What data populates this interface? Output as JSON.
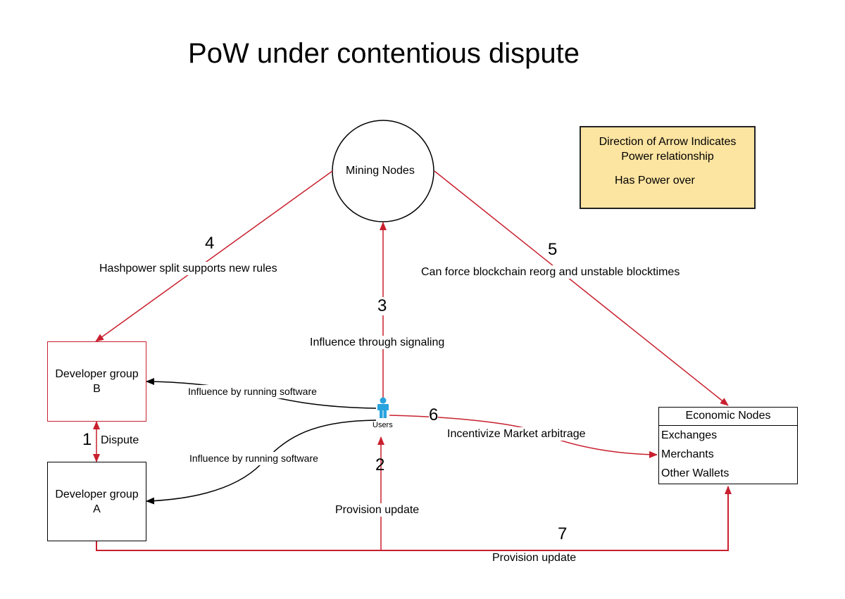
{
  "title": "PoW under contentious dispute",
  "colors": {
    "power_arrow": "#c8202f",
    "influence_arrow": "#000000",
    "legend_fill": "#fce4a1",
    "user_icon": "#29a3dd"
  },
  "legend": {
    "heading": "Direction of Arrow Indicates Power relationship",
    "key": "Has Power over"
  },
  "nodes": {
    "mining": "Mining Nodes",
    "dev_b": "Developer group B",
    "dev_a": "Developer group A",
    "users": "Users",
    "economic": {
      "header": "Economic Nodes",
      "items": [
        "Exchanges",
        "Merchants",
        "Other Wallets"
      ]
    }
  },
  "edges": [
    {
      "num": "1",
      "label": "Dispute",
      "from": "Developer group B",
      "to": "Developer group A",
      "type": "power",
      "bidirectional": true
    },
    {
      "num": "2",
      "label": "Provision update",
      "from": "Developer group A",
      "to": "Users",
      "type": "power"
    },
    {
      "num": "3",
      "label": "Influence through signaling",
      "from": "Users",
      "to": "Mining Nodes",
      "type": "power"
    },
    {
      "num": "4",
      "label": "Hashpower split supports new rules",
      "from": "Mining Nodes",
      "to": "Developer group B",
      "type": "power"
    },
    {
      "num": "5",
      "label": "Can force blockchain reorg and unstable blocktimes",
      "from": "Mining Nodes",
      "to": "Economic Nodes",
      "type": "power"
    },
    {
      "num": "6",
      "label": "Incentivize Market arbitrage",
      "from": "Users",
      "to": "Economic Nodes",
      "type": "power"
    },
    {
      "num": "7",
      "label": "Provision update",
      "from": "Developer group A",
      "to": "Economic Nodes",
      "type": "power"
    },
    {
      "num": "",
      "label": "Influence by running software",
      "from": "Users",
      "to": "Developer group B",
      "type": "influence"
    },
    {
      "num": "",
      "label": "Influence by running software",
      "from": "Users",
      "to": "Developer group A",
      "type": "influence"
    }
  ]
}
